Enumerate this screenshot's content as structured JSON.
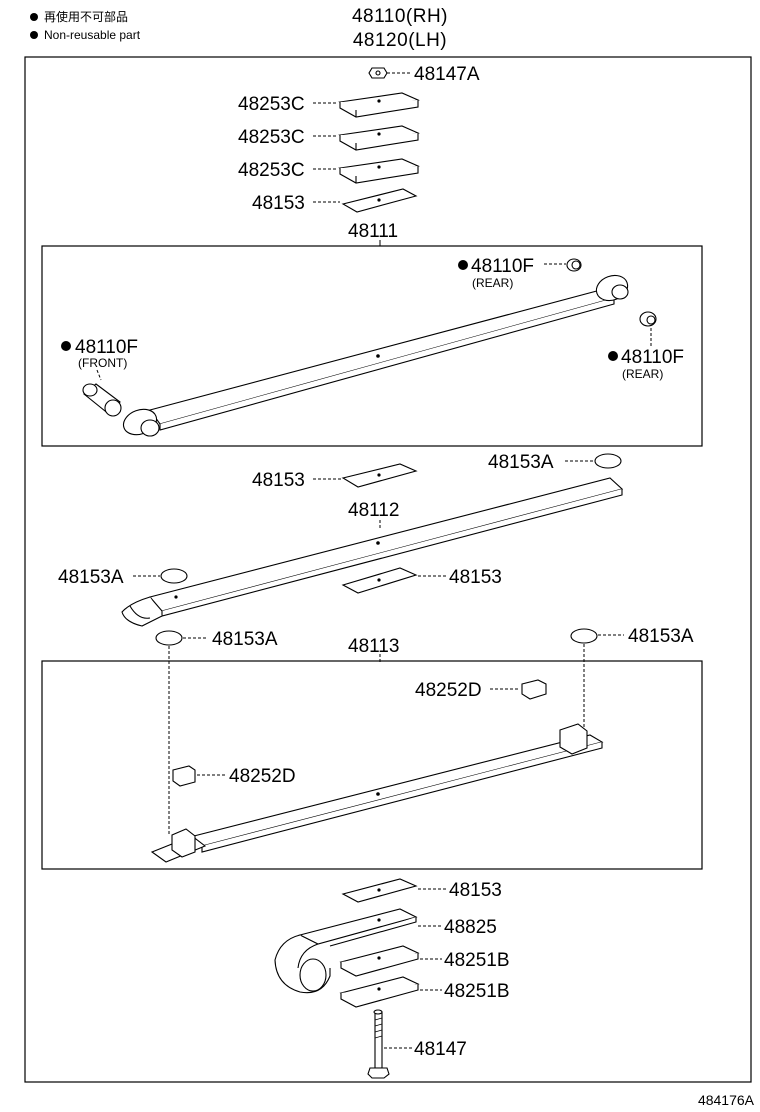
{
  "legend": {
    "jp": "再使用不可部品",
    "en": "Non-reusable part"
  },
  "header": {
    "rh": "48110(RH)",
    "lh": "48120(LH)"
  },
  "parts": {
    "nut": "48147A",
    "spacer1": "48253C",
    "spacer2": "48253C",
    "spacer3": "48253C",
    "insert_top": "48153",
    "leaf1": "48111",
    "bush_rear_top": "48110F",
    "bush_rear_top_note": "(REAR)",
    "bush_front": "48110F",
    "bush_front_note": "(FRONT)",
    "bush_rear": "48110F",
    "bush_rear_note": "(REAR)",
    "insert_mid": "48153",
    "silencer_right": "48153A",
    "leaf2": "48112",
    "silencer_left": "48153A",
    "insert_lower": "48153",
    "silencer_l2": "48153A",
    "leaf3": "48113",
    "silencer_r2": "48153A",
    "clip_upper": "48252D",
    "clip_lower": "48252D",
    "insert_bottom": "48153",
    "helper": "48825",
    "spacer_b1": "48251B",
    "spacer_b2": "48251B",
    "bolt": "48147"
  },
  "ref_code": "484176A"
}
